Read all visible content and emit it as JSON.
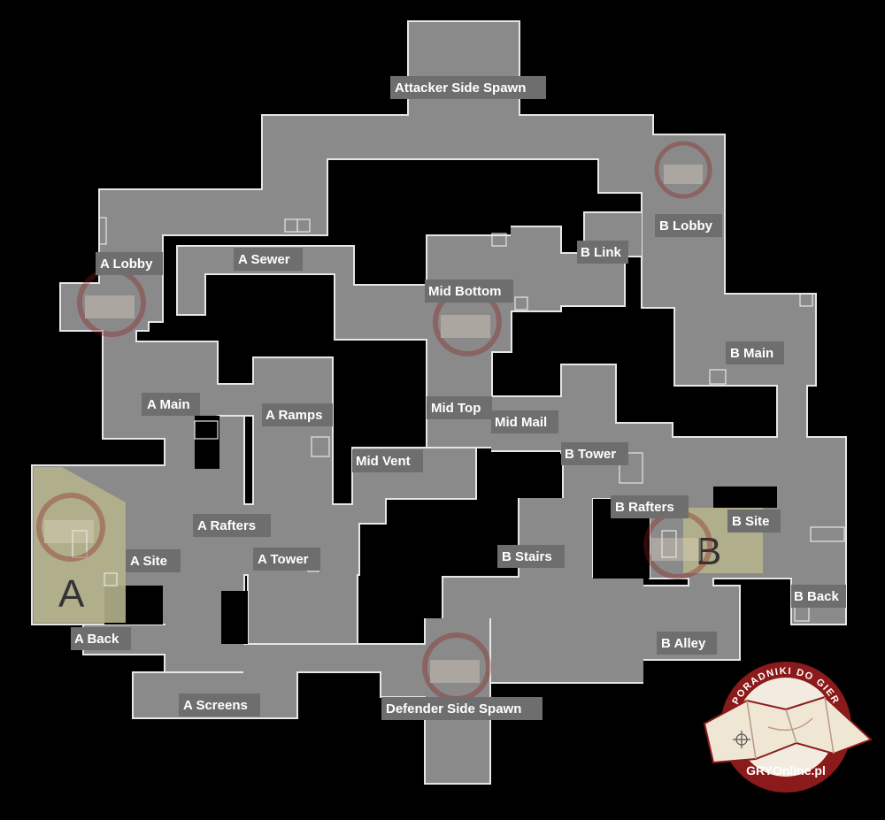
{
  "map": {
    "floor_color": "#8a8a8a",
    "edge_color": "#e6e6e6",
    "site_color": "#b5b18c",
    "label_bg": "#6e6e6e",
    "background": "#000000"
  },
  "sites": {
    "a_letter": "A",
    "b_letter": "B"
  },
  "labels": {
    "attacker_spawn": "Attacker Side Spawn",
    "b_lobby": "B Lobby",
    "b_link": "B Link",
    "a_lobby": "A Lobby",
    "a_sewer": "A Sewer",
    "mid_bottom": "Mid Bottom",
    "b_main": "B Main",
    "a_main": "A Main",
    "mid_top": "Mid Top",
    "a_ramps": "A Ramps",
    "mid_mail": "Mid Mail",
    "mid_vent": "Mid Vent",
    "b_tower": "B Tower",
    "b_rafters": "B Rafters",
    "b_site": "B Site",
    "a_rafters": "A Rafters",
    "a_site": "A Site",
    "a_tower": "A Tower",
    "b_stairs": "B Stairs",
    "b_back": "B Back",
    "a_back": "A Back",
    "b_alley": "B Alley",
    "a_screens": "A Screens",
    "defender_spawn": "Defender Side Spawn"
  },
  "logo": {
    "top_text": "PORADNIKI DO GIER",
    "bottom_text": "GRYOnline.pl",
    "ring_color": "#8b1a1a",
    "icon": "folded-map-icon"
  }
}
